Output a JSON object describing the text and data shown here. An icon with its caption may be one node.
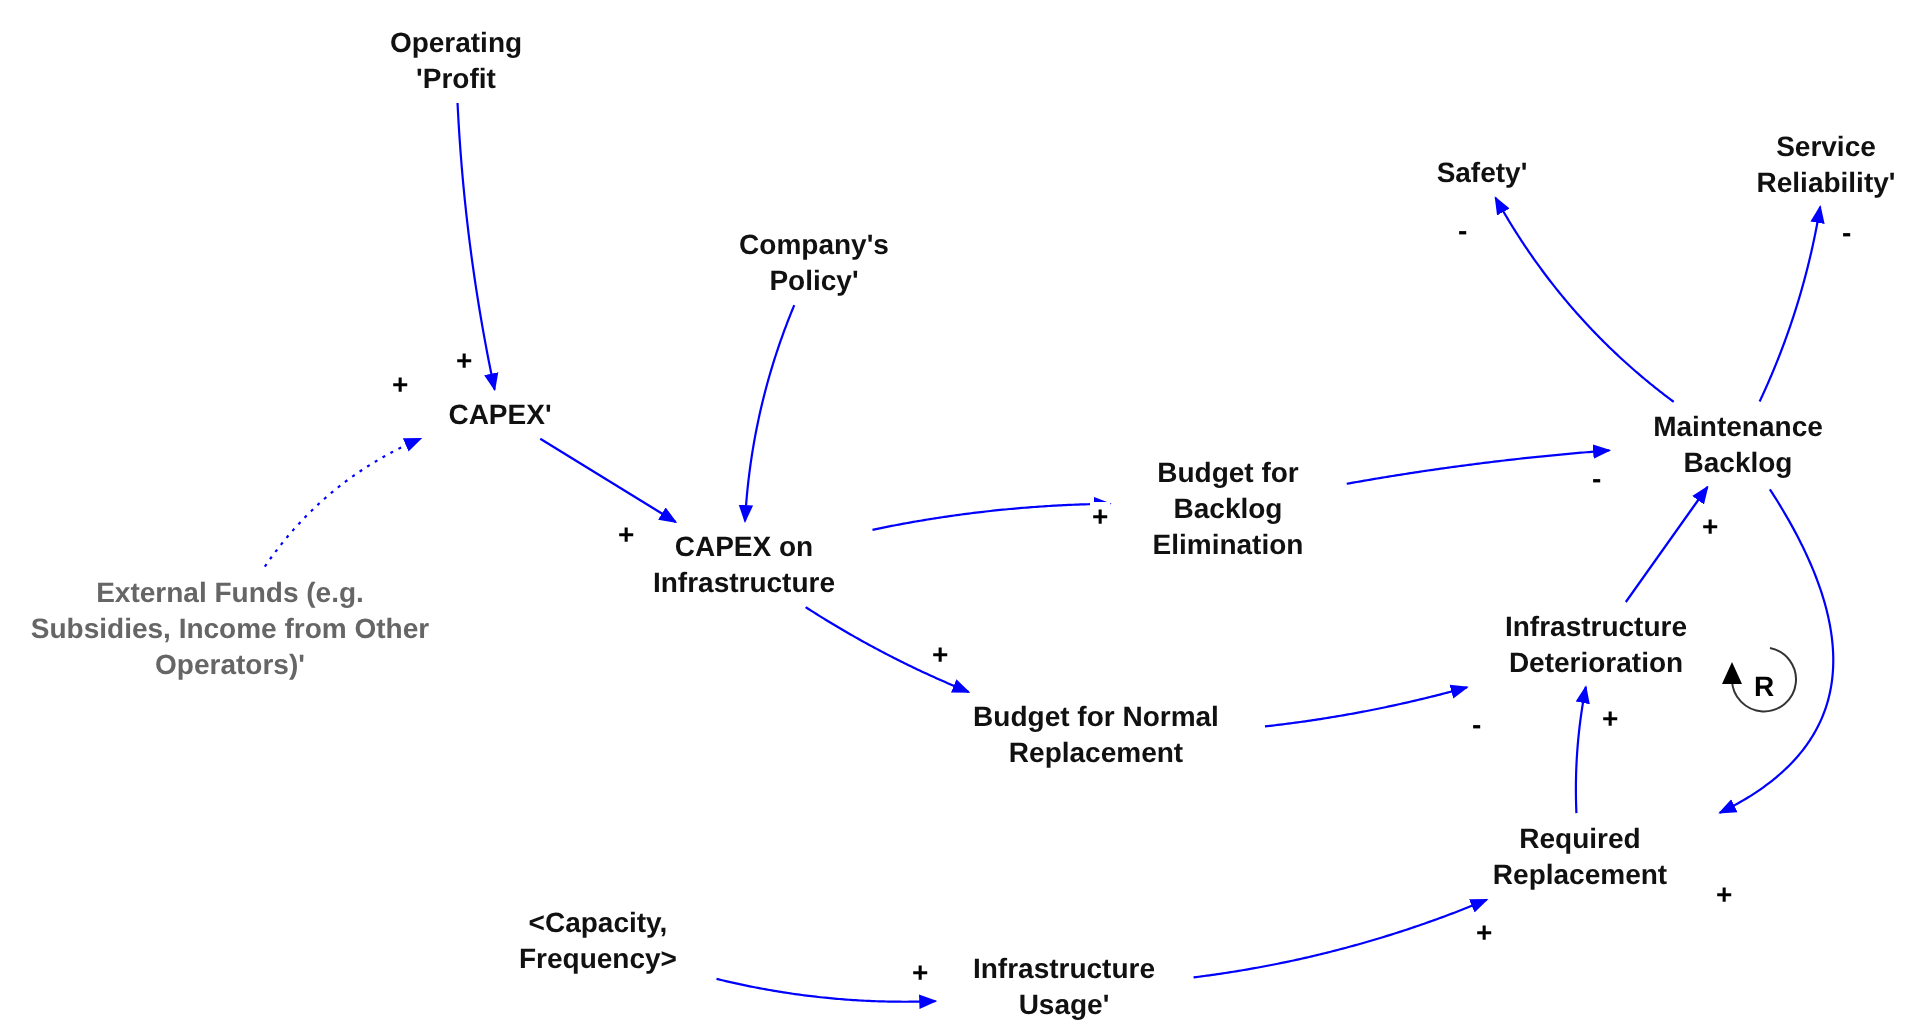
{
  "diagram": {
    "nodes": [
      {
        "text": [
          "Operating 'Profit"
        ]
      },
      {
        "text": [
          "CAPEX'"
        ]
      },
      {
        "text": [
          "Company's Policy'"
        ]
      },
      {
        "text": [
          "External Funds (e.g. Subsidies, Income from Other Operators)'"
        ]
      },
      {
        "text": [
          "CAPEX on Infrastructure"
        ]
      },
      {
        "text": [
          "Budget for Backlog Elimination"
        ]
      },
      {
        "text": [
          "Safety'"
        ]
      },
      {
        "text": [
          "Service Reliability'"
        ]
      },
      {
        "text": [
          "Maintenance Backlog"
        ]
      },
      {
        "text": [
          "Budget for Normal Replacement"
        ]
      },
      {
        "text": [
          "Infrastructure Deterioration"
        ]
      },
      {
        "text": [
          "Required Replacement"
        ]
      },
      {
        "text": [
          "<Capacity, Frequency>"
        ]
      },
      {
        "text": [
          "Infrastructure Usage'"
        ]
      }
    ],
    "edges": [
      {
        "from": 0,
        "to": 1,
        "arrow": "to",
        "label": "+"
      },
      {
        "from": 3,
        "to": 1,
        "arrow": "to",
        "label": "+",
        "style": "dashed"
      },
      {
        "from": 1,
        "to": 4,
        "arrow": "to",
        "label": "+"
      },
      {
        "from": 2,
        "to": 4,
        "arrow": "to"
      },
      {
        "from": 4,
        "to": 5,
        "arrow": "to",
        "label": "+"
      },
      {
        "from": 4,
        "to": 9,
        "arrow": "to",
        "label": "+"
      },
      {
        "from": 5,
        "to": 8,
        "arrow": "to",
        "label": "-"
      },
      {
        "from": 8,
        "to": 6,
        "arrow": "to",
        "label": "-"
      },
      {
        "from": 8,
        "to": 7,
        "arrow": "to",
        "label": "-"
      },
      {
        "from": 10,
        "to": 8,
        "arrow": "to",
        "label": "+"
      },
      {
        "from": 9,
        "to": 10,
        "arrow": "to",
        "label": "-"
      },
      {
        "from": 11,
        "to": 10,
        "arrow": "to",
        "label": "+"
      },
      {
        "from": 8,
        "to": 11,
        "arrow": "to",
        "label": "+"
      },
      {
        "from": 12,
        "to": 13,
        "arrow": "to",
        "label": "+"
      },
      {
        "from": 13,
        "to": 11,
        "arrow": "to",
        "label": "+"
      }
    ],
    "labels": [
      "R"
    ]
  }
}
